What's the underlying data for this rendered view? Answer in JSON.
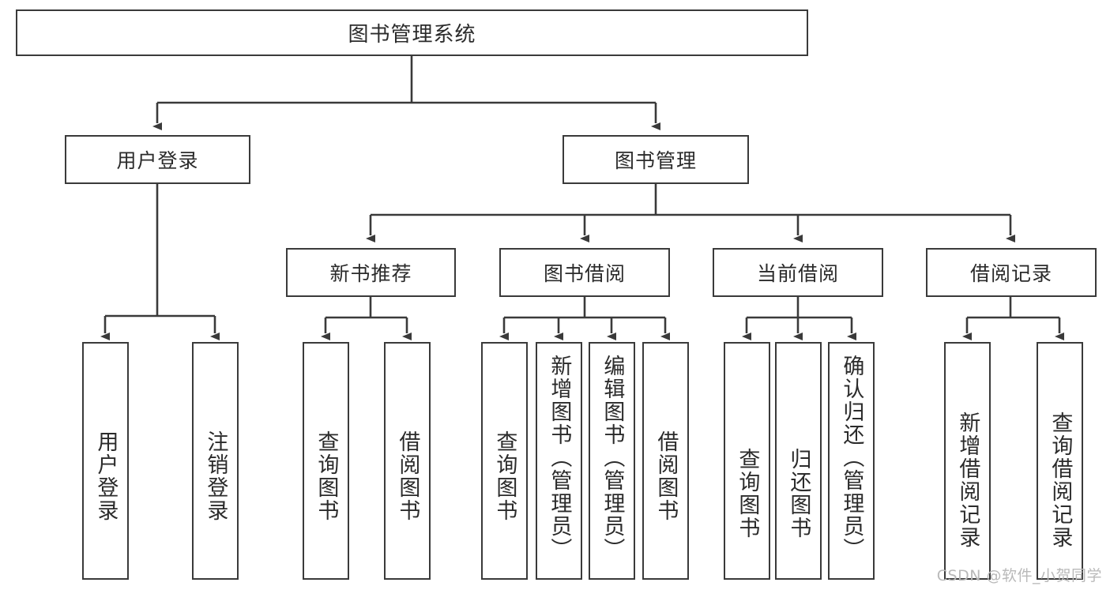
{
  "diagram": {
    "title": "图书管理系统",
    "type": "hierarchy-tree",
    "watermark": "CSDN @软件_小贺同学",
    "colors": {
      "box_border": "#3a3a3a",
      "box_fill": "#ffffff",
      "edge": "#3a3a3a",
      "text": "#2b2b2b",
      "watermark": "#b9b9b9"
    },
    "root": {
      "label": "图书管理系统"
    },
    "level2": [
      {
        "id": "user-login",
        "label": "用户登录"
      },
      {
        "id": "book-manage",
        "label": "图书管理"
      }
    ],
    "level3": [
      {
        "id": "new-book-recommend",
        "label": "新书推荐"
      },
      {
        "id": "book-borrow",
        "label": "图书借阅"
      },
      {
        "id": "current-borrow",
        "label": "当前借阅"
      },
      {
        "id": "borrow-record",
        "label": "借阅记录"
      }
    ],
    "leaves": {
      "user-login": [
        {
          "id": "leaf-user-login",
          "label": "用户登录"
        },
        {
          "id": "leaf-logout-login",
          "label": "注销登录"
        }
      ],
      "new-book-recommend": [
        {
          "id": "leaf-query-book-1",
          "label": "查询图书"
        },
        {
          "id": "leaf-borrow-book-1",
          "label": "借阅图书"
        }
      ],
      "book-borrow": [
        {
          "id": "leaf-query-book-2",
          "label": "查询图书"
        },
        {
          "id": "leaf-add-book",
          "label": "新增图书（管理员）"
        },
        {
          "id": "leaf-edit-book",
          "label": "编辑图书（管理员）"
        },
        {
          "id": "leaf-borrow-book-2",
          "label": "借阅图书"
        }
      ],
      "current-borrow": [
        {
          "id": "leaf-query-book-3",
          "label": "查询图书"
        },
        {
          "id": "leaf-return-book",
          "label": "归还图书"
        },
        {
          "id": "leaf-confirm-return",
          "label": "确认归还（管理员）"
        }
      ],
      "borrow-record": [
        {
          "id": "leaf-add-record",
          "label": "新增借阅记录"
        },
        {
          "id": "leaf-query-record",
          "label": "查询借阅记录"
        }
      ]
    }
  }
}
